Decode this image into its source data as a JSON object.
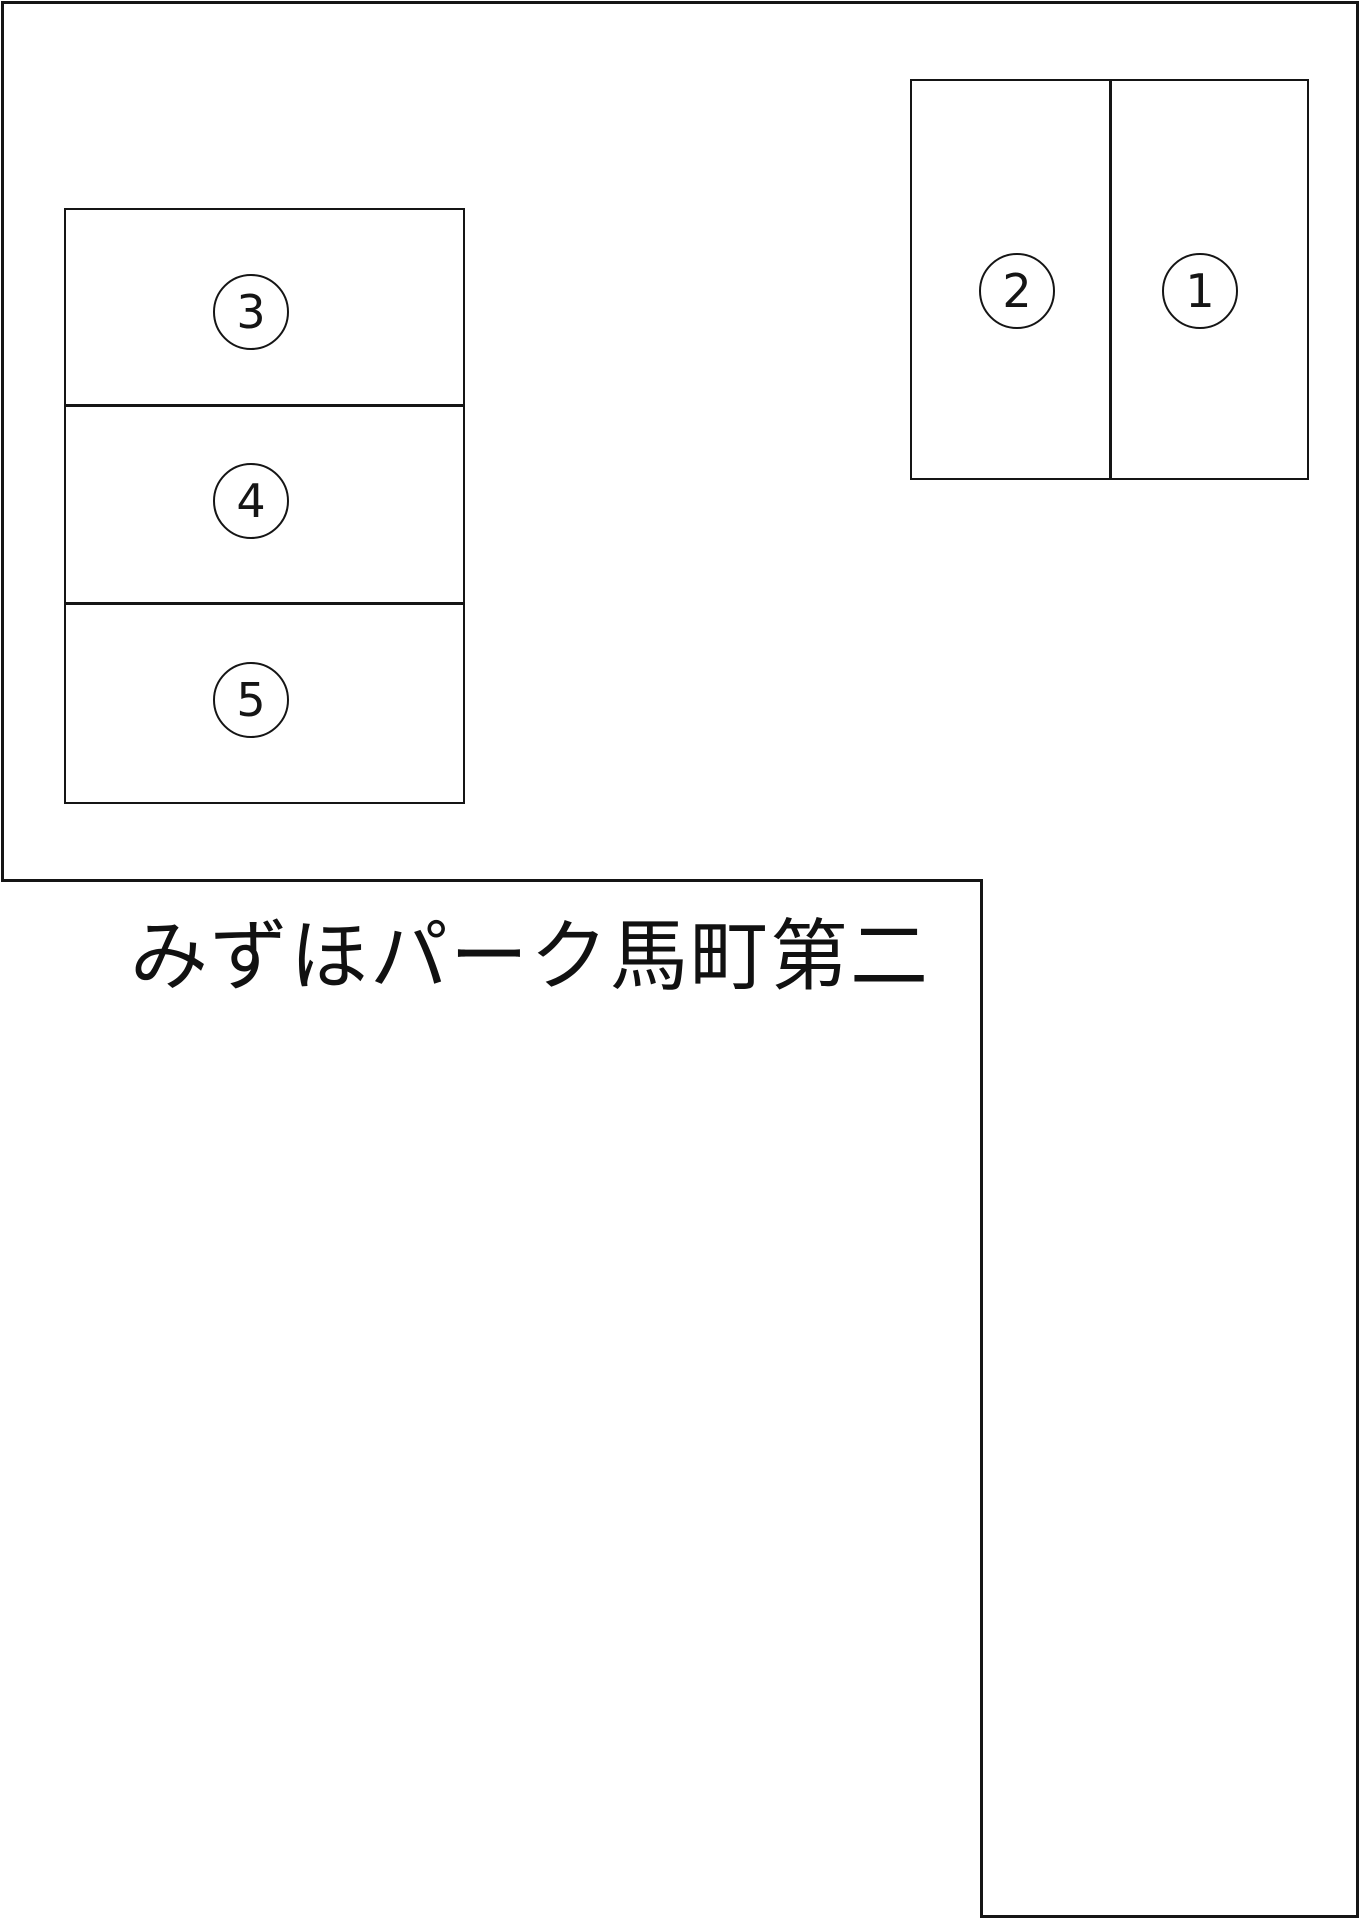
{
  "lot": {
    "name": "みずほパーク馬町第二",
    "line_color": "#151515",
    "background": "#ffffff"
  },
  "stalls": [
    {
      "id": "1",
      "label": "①"
    },
    {
      "id": "2",
      "label": "②"
    },
    {
      "id": "3",
      "label": "③"
    },
    {
      "id": "4",
      "label": "④"
    },
    {
      "id": "5",
      "label": "⑤"
    }
  ]
}
